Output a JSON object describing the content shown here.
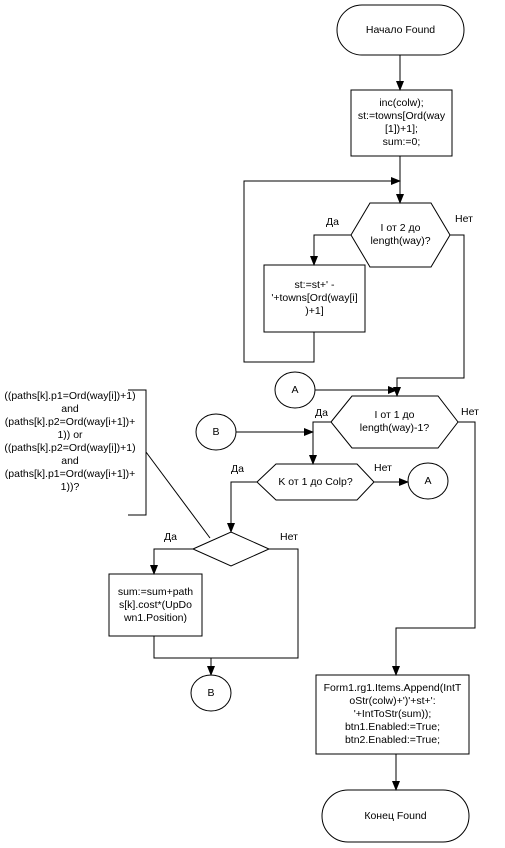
{
  "start": "Начало Found",
  "end": "Конец Found",
  "init_block": "inc(colw);\nst:=towns[Ord(way\n[1])+1];\nsum:=0;",
  "loop1_condition": "I от 2 до\nlength(way)?",
  "loop1_body": "st:=st+' -\n'+towns[Ord(way[i]\n)+1]",
  "loop2_condition": "I от 1 до\nlength(way)-1?",
  "loop3_condition": "K от 1 до Colp?",
  "decision_comment": "((paths[k].p1=Ord(way[i])+1)\nand\n(paths[k].p2=Ord(way[i+1])+\n1)) or\n((paths[k].p2=Ord(way[i])+1)\nand\n(paths[k].p1=Ord(way[i+1])+\n1))?",
  "sum_block": "sum:=sum+path\ns[k].cost*(UpDo\nwn1.Position)",
  "output_block": "Form1.rg1.Items.Append(IntT\noStr(colw)+')'+st+':\n'+IntToStr(sum));\nbtn1.Enabled:=True;\nbtn2.Enabled:=True;",
  "connectors": {
    "a": "A",
    "b": "B"
  },
  "labels": {
    "yes": "Да",
    "no": "Нет"
  }
}
